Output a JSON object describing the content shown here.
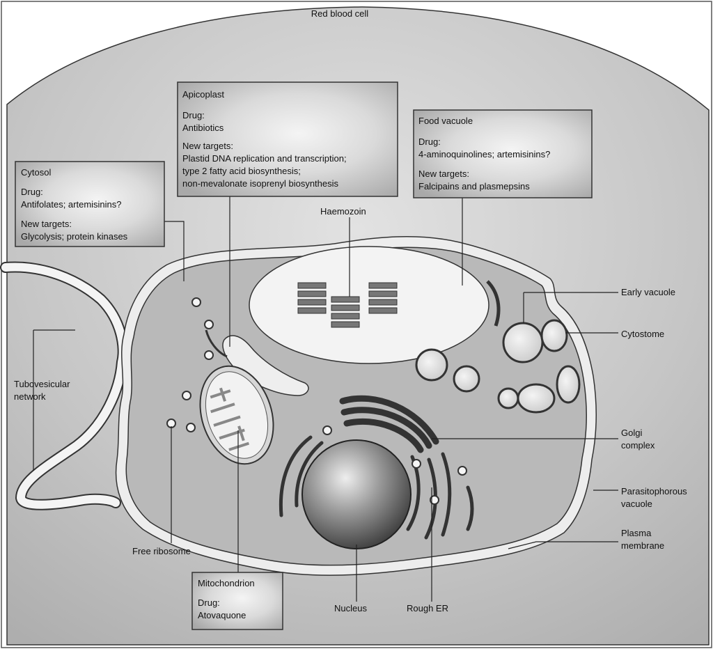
{
  "figure": {
    "red_blood_cell": "Red blood cell",
    "boxes": {
      "apicoplast": {
        "title": "Apicoplast",
        "drug_label": "Drug:",
        "drug": "Antibiotics",
        "targets_label": "New targets:",
        "targets": [
          "Plastid DNA replication and transcription;",
          "type 2 fatty acid biosynthesis;",
          "non-mevalonate isoprenyl biosynthesis"
        ]
      },
      "food_vacuole": {
        "title": "Food vacuole",
        "drug_label": "Drug:",
        "drug": "4-aminoquinolines; artemisinins?",
        "targets_label": "New targets:",
        "targets": [
          "Falcipains and plasmepsins"
        ]
      },
      "cytosol": {
        "title": "Cytosol",
        "drug_label": "Drug:",
        "drug": "Antifolates; artemisinins?",
        "targets_label": "New targets:",
        "targets": [
          "Glycolysis; protein kinases"
        ]
      },
      "mitochondrion": {
        "title": "Mitochondrion",
        "drug_label": "Drug:",
        "drug": "Atovaquone"
      }
    },
    "labels": {
      "haemozoin": "Haemozoin",
      "early_vacuole": "Early vacuole",
      "cytostome": "Cytostome",
      "tubovesicular_1": "Tubovesicular",
      "tubovesicular_2": "network",
      "golgi_1": "Golgi",
      "golgi_2": "complex",
      "parasitophorous_1": "Parasitophorous",
      "parasitophorous_2": "vacuole",
      "plasma_1": "Plasma",
      "plasma_2": "membrane",
      "free_ribosome": "Free ribosome",
      "nucleus": "Nucleus",
      "rough_er": "Rough ER"
    }
  }
}
